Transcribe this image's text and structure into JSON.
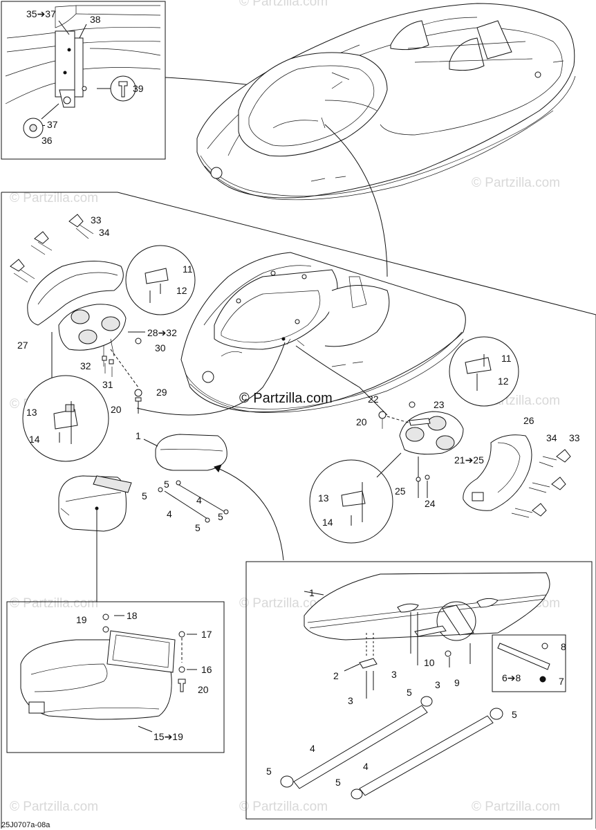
{
  "diagram_code": "25J0707a-08a",
  "watermark_main": "© Partzilla.com",
  "watermark_faint": "© Partzilla.com",
  "callouts": {
    "c35_37": "35➔37",
    "c38": "38",
    "c39": "39",
    "c37": "37",
    "c36": "36",
    "c33L": "33",
    "c34L": "34",
    "c11L": "11",
    "c12L": "12",
    "c27": "27",
    "c28_32": "28➔32",
    "c30": "30",
    "c32": "32",
    "c31": "31",
    "c29": "29",
    "c20L": "20",
    "c13L": "13",
    "c14L": "14",
    "c1top": "1",
    "c5a": "5",
    "c5b": "5",
    "c4a": "4",
    "c4b": "4",
    "c5c": "5",
    "c5d": "5",
    "c22": "22",
    "c23": "23",
    "c20R": "20",
    "c11R": "11",
    "c12R": "12",
    "c21_25": "21➔25",
    "c26": "26",
    "c34R": "34",
    "c33R": "33",
    "c25": "25",
    "c24": "24",
    "c13R": "13",
    "c14R": "14",
    "c19": "19",
    "c18": "18",
    "c17": "17",
    "c16": "16",
    "c20B": "20",
    "c15_19": "15➔19",
    "c1R": "1",
    "c2": "2",
    "c3a": "3",
    "c3b": "3",
    "c3c": "3",
    "c10": "10",
    "c9": "9",
    "c6_8": "6➔8",
    "c8": "8",
    "c7": "7",
    "c5e": "5",
    "c5f": "5",
    "c4c": "4",
    "c4d": "4",
    "c5g": "5",
    "c5h": "5"
  }
}
